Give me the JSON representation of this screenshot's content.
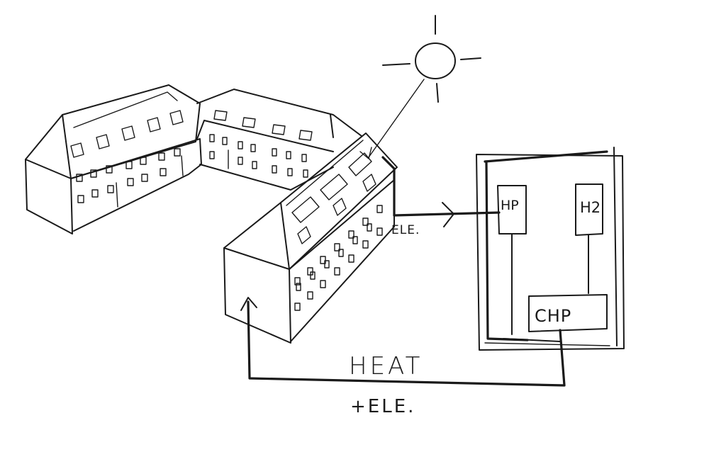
{
  "labels": {
    "ele_out": "ELE.",
    "heat_pump": "HP",
    "hydrogen": "H2",
    "chp": "CHP",
    "heat": "HEAT",
    "heat_ele": "+ELE."
  },
  "colors": {
    "ink": "#1a1a1a",
    "paper": "#ffffff"
  }
}
